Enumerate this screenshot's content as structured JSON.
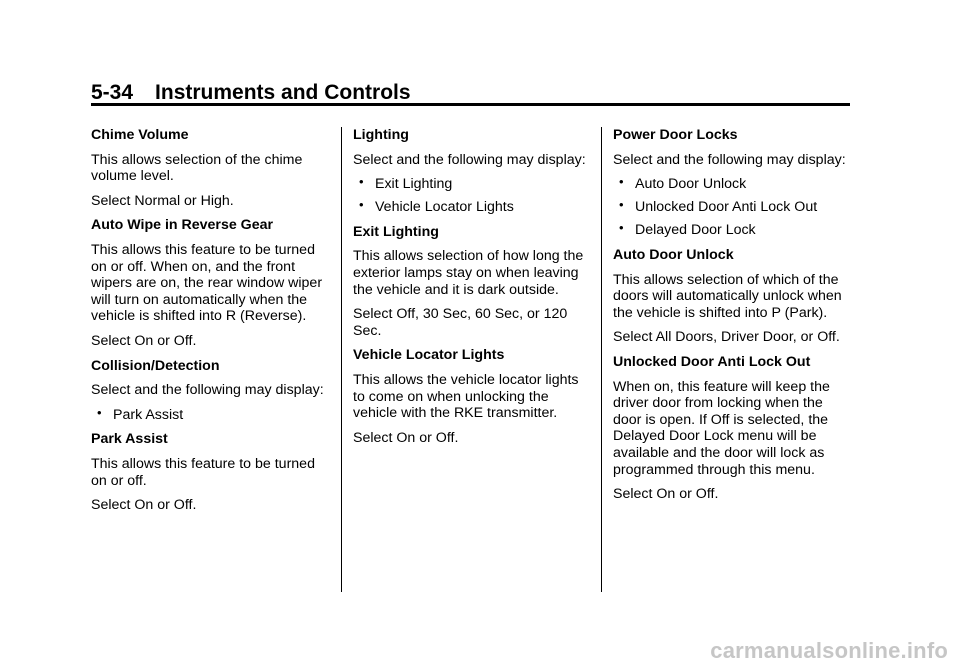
{
  "header": {
    "page_number": "5-34",
    "section_title": "Instruments and Controls"
  },
  "columns": [
    {
      "blocks": [
        {
          "heading": "Chime Volume"
        },
        {
          "para": "This allows selection of the chime volume level."
        },
        {
          "para": "Select Normal or High."
        },
        {
          "heading": "Auto Wipe in Reverse Gear"
        },
        {
          "para": "This allows this feature to be turned on or off. When on, and the front wipers are on, the rear window wiper will turn on automatically when the vehicle is shifted into R (Reverse)."
        },
        {
          "para": "Select On or Off."
        },
        {
          "heading": "Collision/Detection"
        },
        {
          "para": "Select and the following may display:"
        },
        {
          "bullets": [
            "Park Assist"
          ]
        },
        {
          "heading": "Park Assist"
        },
        {
          "para": "This allows this feature to be turned on or off."
        },
        {
          "para": "Select On or Off."
        }
      ]
    },
    {
      "blocks": [
        {
          "heading": "Lighting"
        },
        {
          "para": "Select and the following may display:"
        },
        {
          "bullets": [
            "Exit Lighting",
            "Vehicle Locator Lights"
          ]
        },
        {
          "heading": "Exit Lighting"
        },
        {
          "para": "This allows selection of how long the exterior lamps stay on when leaving the vehicle and it is dark outside."
        },
        {
          "para": "Select Off, 30 Sec, 60 Sec, or 120 Sec."
        },
        {
          "heading": "Vehicle Locator Lights"
        },
        {
          "para": "This allows the vehicle locator lights to come on when unlocking the vehicle with the RKE transmitter."
        },
        {
          "para": "Select On or Off."
        }
      ]
    },
    {
      "blocks": [
        {
          "heading": "Power Door Locks"
        },
        {
          "para": "Select and the following may display:"
        },
        {
          "bullets": [
            "Auto Door Unlock",
            "Unlocked Door Anti Lock Out",
            "Delayed Door Lock"
          ]
        },
        {
          "heading": "Auto Door Unlock"
        },
        {
          "para": "This allows selection of which of the doors will automatically unlock when the vehicle is shifted into P (Park)."
        },
        {
          "para": "Select All Doors, Driver Door, or Off."
        },
        {
          "heading": "Unlocked Door Anti Lock Out"
        },
        {
          "para": "When on, this feature will keep the driver door from locking when the door is open. If Off is selected, the Delayed Door Lock menu will be available and the door will lock as programmed through this menu."
        },
        {
          "para": "Select On or Off."
        }
      ]
    }
  ],
  "bullet_glyph": "•",
  "watermark": "carmanualsonline.info"
}
